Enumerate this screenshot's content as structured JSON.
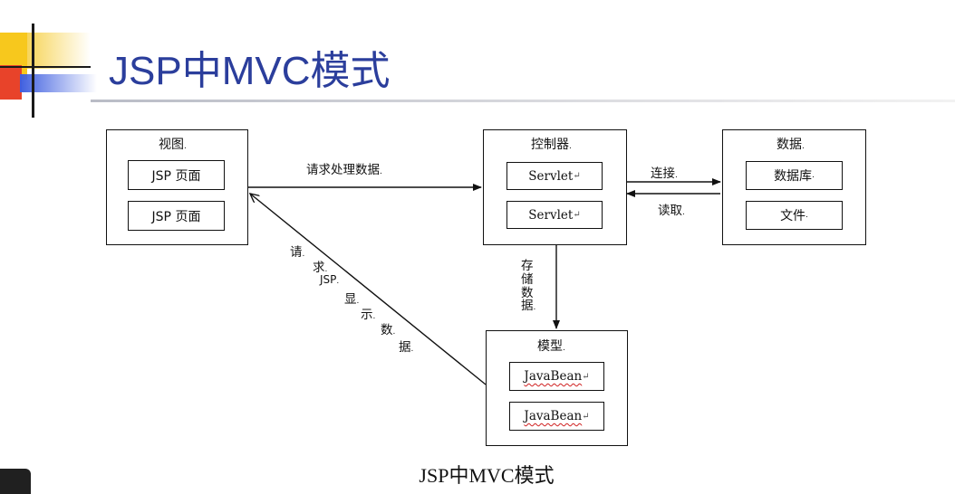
{
  "slide": {
    "title": "JSP中MVC模式",
    "caption": "JSP中MVC模式"
  },
  "view": {
    "title": "视图",
    "items": [
      "JSP 页面",
      "JSP 页面"
    ]
  },
  "controller": {
    "title": "控制器",
    "items": [
      "Servlet",
      "Servlet"
    ]
  },
  "data": {
    "title": "数据",
    "items": [
      "数据库",
      "文件"
    ]
  },
  "model": {
    "title": "模型",
    "items": [
      "JavaBean",
      "JavaBean"
    ]
  },
  "arrows": {
    "request_data": "请求处理数据",
    "connect": "连接",
    "read": "读取",
    "store_data": [
      "存",
      "储",
      "数",
      "据"
    ],
    "jsp_display": [
      "请",
      "求",
      "JSP",
      "显",
      "示",
      "数",
      "据"
    ]
  },
  "colors": {
    "title": "#2b3e9c",
    "deco_yellow": "#f7c81d",
    "deco_red": "#e8432a",
    "deco_blue": "#3f5fe0"
  },
  "marks": {
    "paragraph": "↵",
    "dot": "."
  }
}
